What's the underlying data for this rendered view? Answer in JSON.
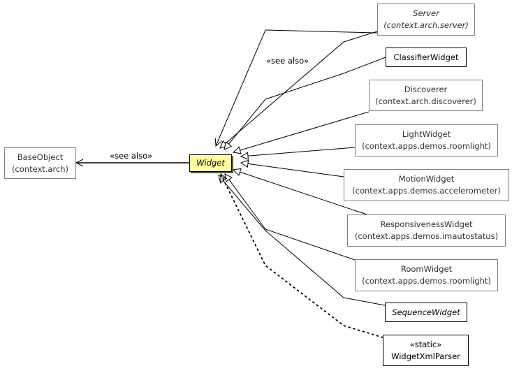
{
  "nodes": {
    "base_object": {
      "name": "BaseObject",
      "package": "(context.arch)"
    },
    "widget": {
      "name": "Widget"
    },
    "server": {
      "name": "Server",
      "package": "(context.arch.server)"
    },
    "classifier_widget": {
      "name": "ClassifierWidget"
    },
    "discoverer": {
      "name": "Discoverer",
      "package": "(context.arch.discoverer)"
    },
    "light_widget": {
      "name": "LightWidget",
      "package": "(context.apps.demos.roomlight)"
    },
    "motion_widget": {
      "name": "MotionWidget",
      "package": "(context.apps.demos.accelerometer)"
    },
    "responsiveness_widget": {
      "name": "ResponsivenessWidget",
      "package": "(context.apps.demos.imautostatus)"
    },
    "room_widget": {
      "name": "RoomWidget",
      "package": "(context.apps.demos.roomlight)"
    },
    "sequence_widget": {
      "name": "SequenceWidget"
    },
    "widget_xml_parser": {
      "stereotype": "«static»",
      "name": "WidgetXmlParser"
    }
  },
  "edge_labels": {
    "widget_to_base": "«see also»",
    "server_to_widget": "«see also»"
  },
  "colors": {
    "focus_fill": "#ffffa0",
    "muted_border": "#808080",
    "strong_border": "#000000",
    "edge": "#000000"
  }
}
